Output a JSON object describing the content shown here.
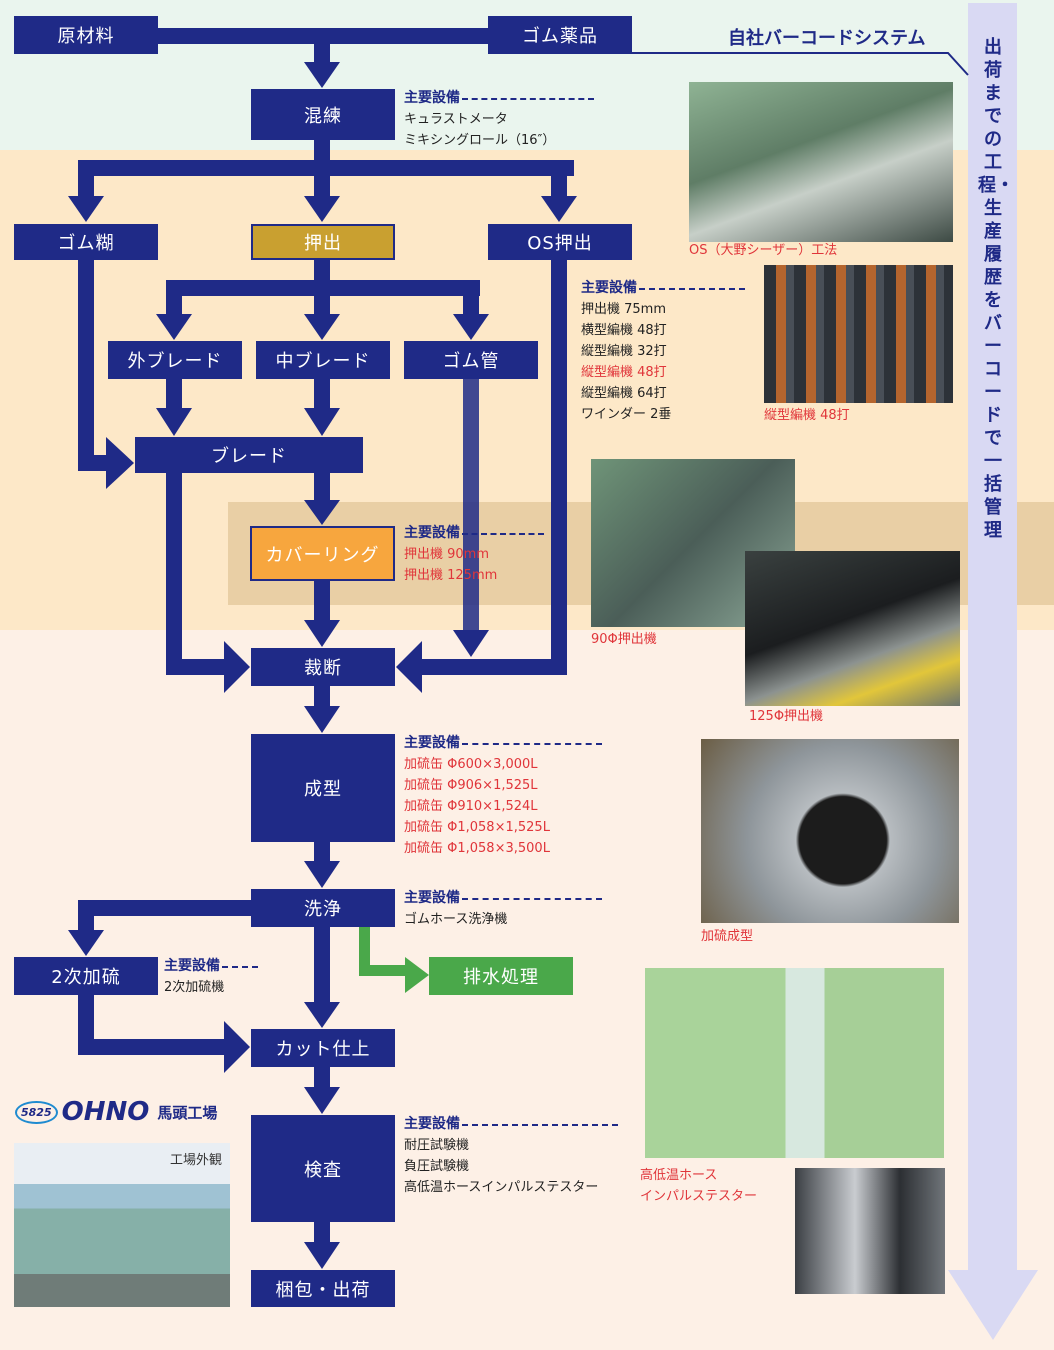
{
  "colors": {
    "navy": "#1f2a87",
    "gold": "#c9a030",
    "orange": "#f7a63e",
    "green": "#4aa84a",
    "red": "#e0353a",
    "arrow": "#d9d9f3"
  },
  "barcode_system": "自社バーコードシステム",
  "side_label": "出荷までの工程・生産履歴をバーコードで一括管理",
  "process": {
    "raw": "原材料",
    "chem": "ゴム薬品",
    "kneading": "混練",
    "glue": "ゴム糊",
    "extrusion": "押出",
    "os_extrusion": "OS押出",
    "outer_braid": "外ブレード",
    "mid_braid": "中ブレード",
    "rubber_tube": "ゴム管",
    "braid": "ブレード",
    "covering": "カバーリング",
    "cutting": "裁断",
    "molding": "成型",
    "washing": "洗浄",
    "drainage": "排水処理",
    "secondary_vulc": "2次加硫",
    "cut_finish": "カット仕上",
    "inspection": "検査",
    "packing": "梱包・出荷"
  },
  "equip_heading": "主要設備",
  "equipment": {
    "kneading": [
      "キュラストメータ",
      "ミキシングロール（16″）"
    ],
    "os": [
      "押出機 75mm",
      "横型編機 48打",
      "縦型編機 32打",
      "縦型編機 48打",
      "縦型編機 64打",
      "ワインダー 2垂"
    ],
    "covering": [
      "押出機 90mm",
      "押出機 125mm"
    ],
    "molding": [
      "加硫缶 Φ600×3,000L",
      "加硫缶 Φ906×1,525L",
      "加硫缶 Φ910×1,524L",
      "加硫缶 Φ1,058×1,525L",
      "加硫缶 Φ1,058×3,500L"
    ],
    "washing": [
      "ゴムホース洗浄機"
    ],
    "secondary": [
      "2次加硫機"
    ],
    "inspection": [
      "耐圧試験機",
      "負圧試験機",
      "高低温ホースインパルステスター"
    ]
  },
  "captions": {
    "os": "OS（大野シーザー）工法",
    "braider": "縦型編機 48打",
    "ext90": "90Φ押出機",
    "ext125": "125Φ押出機",
    "vulc": "加硫成型",
    "impulse1": "高低温ホース",
    "impulse2": "インパルステスター",
    "factory": "工場外観"
  },
  "logo": {
    "number": "5825",
    "name": "OHNO",
    "plant": "馬頭工場"
  }
}
